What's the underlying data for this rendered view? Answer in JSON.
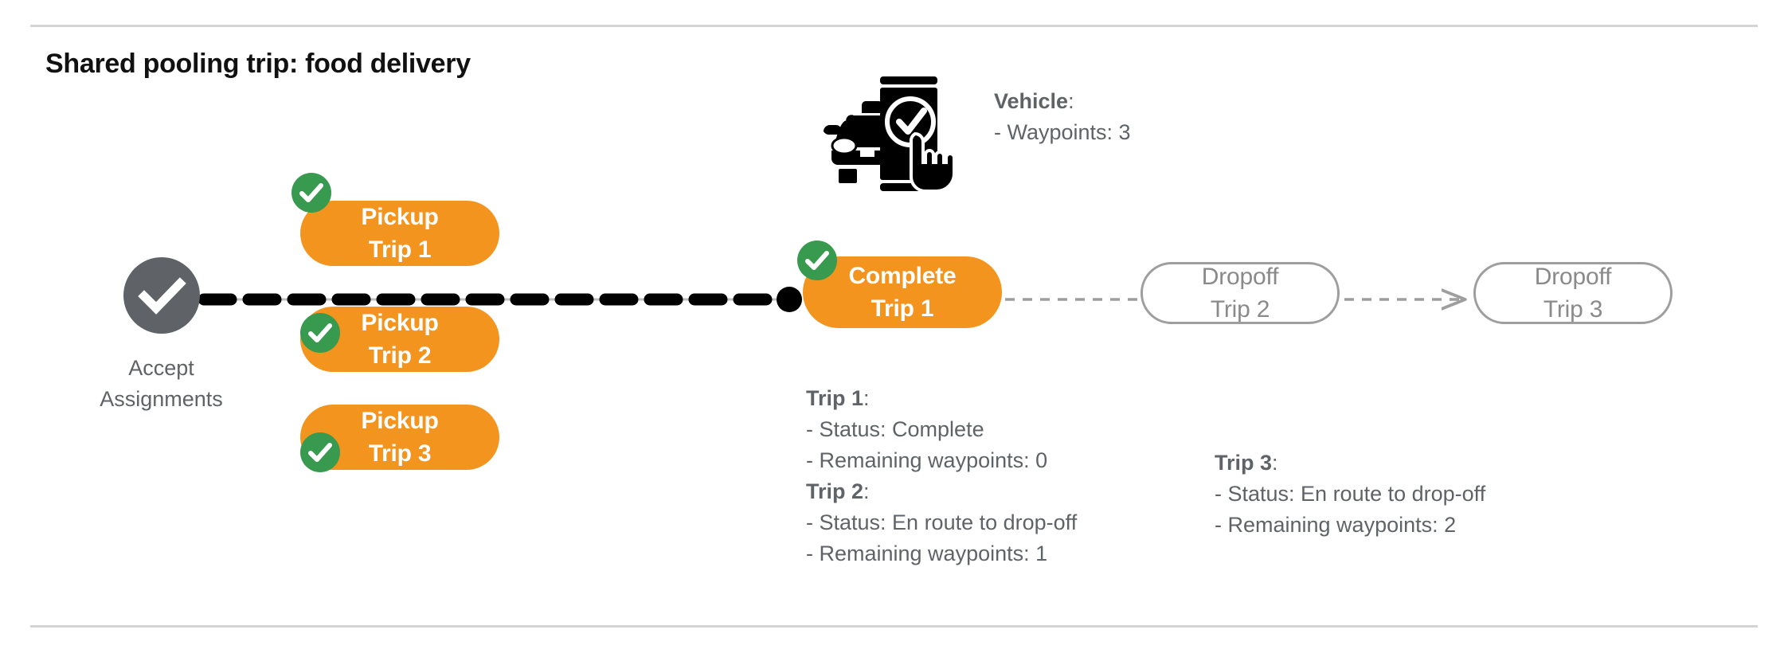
{
  "slide": {
    "title": "Shared pooling trip: food delivery"
  },
  "colors": {
    "orange": "#f3941f",
    "green": "#389a4f",
    "gray": "#5f6368",
    "outline_gray": "#9e9e9e",
    "divider": "#d4d4d4",
    "black": "#000000",
    "white": "#ffffff"
  },
  "start_node": {
    "icon": "check-circle-icon",
    "label_line_1": "Accept",
    "label_line_2": "Assignments"
  },
  "vehicle": {
    "icon": "car-phone-check-icon",
    "heading": "Vehicle",
    "heading_suffix": ":",
    "rows": [
      "- Waypoints: 3"
    ]
  },
  "chips": {
    "pickups": [
      {
        "name": "pickup-trip-1",
        "line1": "Pickup",
        "line2": "Trip 1",
        "status_badge": "check-badge",
        "state": "complete"
      },
      {
        "name": "pickup-trip-2",
        "line1": "Pickup",
        "line2": "Trip 2",
        "status_badge": "check-badge",
        "state": "complete"
      },
      {
        "name": "pickup-trip-3",
        "line1": "Pickup",
        "line2": "Trip 3",
        "status_badge": "check-badge",
        "state": "complete"
      }
    ],
    "complete": {
      "name": "complete-trip-1",
      "line1": "Complete",
      "line2": "Trip 1",
      "status_badge": "check-badge",
      "state": "complete"
    },
    "dropoffs": [
      {
        "name": "dropoff-trip-2",
        "line1": "Dropoff",
        "line2": "Trip 2",
        "state": "pending"
      },
      {
        "name": "dropoff-trip-3",
        "line1": "Dropoff",
        "line2": "Trip 3",
        "state": "pending"
      }
    ]
  },
  "trip_details": {
    "left": {
      "trip1_heading": "Trip 1",
      "trip1_heading_suffix": ":",
      "trip1_status": "- Status:  Complete",
      "trip1_waypoints": "- Remaining waypoints: 0",
      "trip2_heading": "Trip 2",
      "trip2_heading_suffix": ":",
      "trip2_status": "- Status:  En route to drop-off",
      "trip2_waypoints": "- Remaining waypoints: 1"
    },
    "right": {
      "trip3_heading": "Trip 3",
      "trip3_heading_suffix": ":",
      "trip3_status": "- Status:  En route to drop-off",
      "trip3_waypoints": "- Remaining waypoints: 2"
    }
  }
}
